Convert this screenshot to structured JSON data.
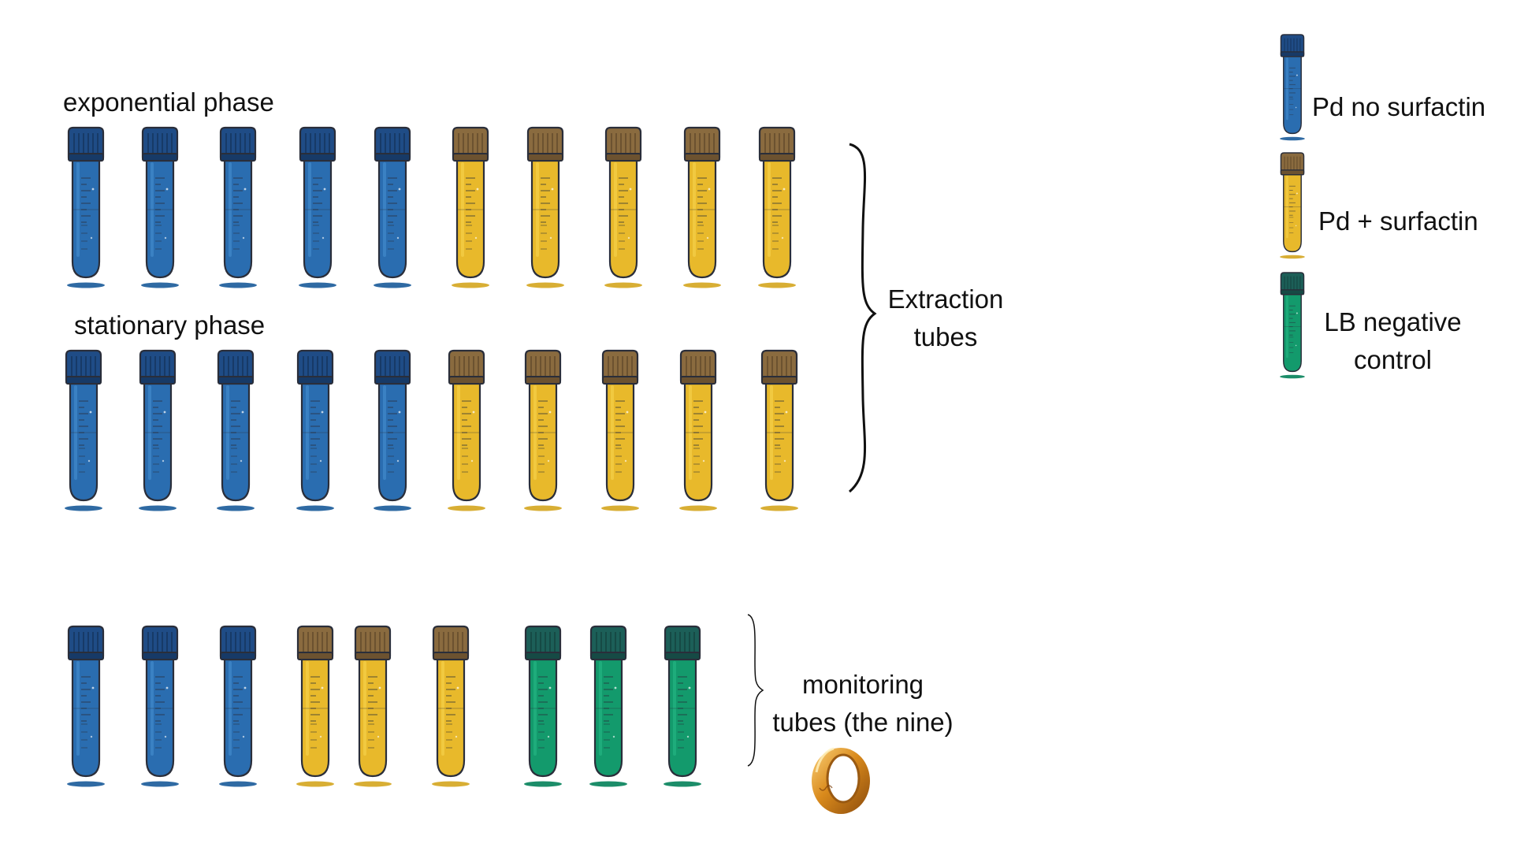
{
  "colors": {
    "blue": {
      "cap": "#1f4c86",
      "capDark": "#173a67",
      "body": "#2a6db0",
      "bodyLight": "#3f86c8",
      "shadow": "#2f6aa3"
    },
    "yellow": {
      "cap": "#8a6b3f",
      "capDark": "#6c5230",
      "body": "#e8b92b",
      "bodyLight": "#f3cd46",
      "shadow": "#d8ae34"
    },
    "green": {
      "cap": "#1c5f58",
      "capDark": "#164a45",
      "body": "#139a6c",
      "bodyLight": "#22b07f",
      "shadow": "#1c8d69"
    },
    "outline": "#2a2e3a",
    "ringGold": "#d98a1c"
  },
  "labels": {
    "exponential": "exponential phase",
    "stationary": "stationary phase",
    "extraction_line1": "Extraction",
    "extraction_line2": "tubes",
    "monitoring_line1": "monitoring",
    "monitoring_line2": "tubes (the nine)"
  },
  "legend": {
    "items": [
      {
        "color": "blue",
        "label": "Pd no surfactin"
      },
      {
        "color": "yellow",
        "label": "Pd + surfactin"
      },
      {
        "color": "green",
        "label_line1": "LB negative",
        "label_line2": "control"
      }
    ]
  },
  "rows": {
    "exponential": [
      "blue",
      "blue",
      "blue",
      "blue",
      "blue",
      "yellow",
      "yellow",
      "yellow",
      "yellow",
      "yellow"
    ],
    "stationary": [
      "blue",
      "blue",
      "blue",
      "blue",
      "blue",
      "yellow",
      "yellow",
      "yellow",
      "yellow",
      "yellow"
    ],
    "monitoring": [
      "blue",
      "blue",
      "blue",
      "yellow",
      "yellow",
      "yellow",
      "green",
      "green",
      "green"
    ]
  },
  "ring_icon": "ring-of-power-icon"
}
